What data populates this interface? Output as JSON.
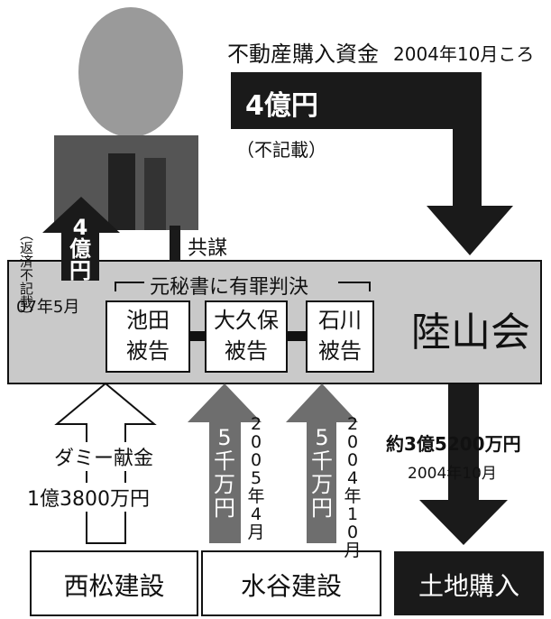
{
  "funding_label": "不動産購入資金",
  "funding_date": "2004年10月ころ",
  "amount_4oku": "4億円",
  "unrecorded": "（不記載）",
  "repaid_note": "（返済不記載）",
  "repaid_amount": "4億円",
  "repaid_date": "07年5月",
  "conspiracy": "共謀",
  "verdict_header": "元秘書に有罪判決",
  "group_name": "陸山会",
  "defendants": [
    {
      "name": "池田",
      "role": "被告"
    },
    {
      "name": "大久保",
      "role": "被告"
    },
    {
      "name": "石川",
      "role": "被告"
    }
  ],
  "dummy_label": "ダミー献金",
  "dummy_amount": "1億3800万円",
  "arrow1_amount": "5千万円",
  "arrow1_date": "2005年4月",
  "arrow2_amount": "5千万円",
  "arrow2_date": "2004年10月",
  "land_amount": "約3億5200万円",
  "land_date": "2004年10月",
  "box_nishimatsu": "西松建設",
  "box_mizutani": "水谷建設",
  "box_land": "土地購入",
  "colors": {
    "panel": "#c9c9c9",
    "dark": "#1a1a1a",
    "gray_arrow": "#6e6e6e",
    "white": "#ffffff"
  }
}
